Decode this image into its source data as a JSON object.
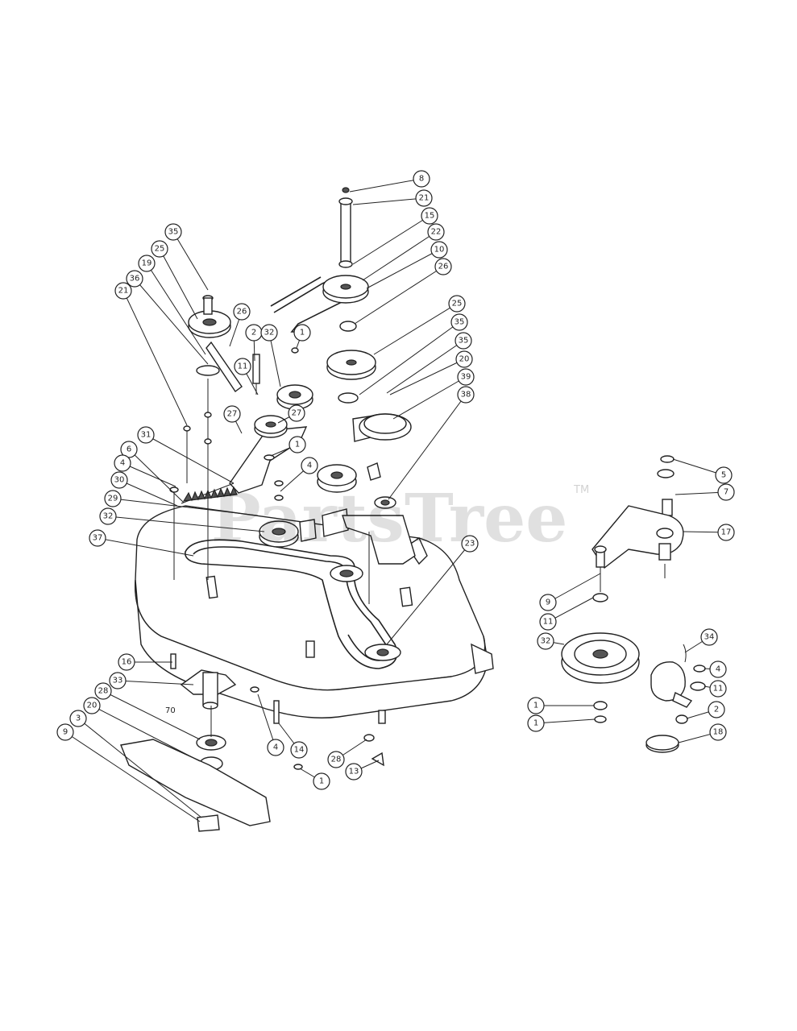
{
  "watermark": {
    "text": "PartsTree",
    "tm": "TM"
  },
  "figure_label": "70",
  "callouts": [
    {
      "id": "c1",
      "label": "8"
    },
    {
      "id": "c2",
      "label": "21"
    },
    {
      "id": "c3",
      "label": "15"
    },
    {
      "id": "c4",
      "label": "22"
    },
    {
      "id": "c5",
      "label": "10"
    },
    {
      "id": "c6",
      "label": "26"
    },
    {
      "id": "c7",
      "label": "25"
    },
    {
      "id": "c8",
      "label": "35"
    },
    {
      "id": "c9",
      "label": "35"
    },
    {
      "id": "c10",
      "label": "20"
    },
    {
      "id": "c11",
      "label": "39"
    },
    {
      "id": "c12",
      "label": "38"
    },
    {
      "id": "c13",
      "label": "35"
    },
    {
      "id": "c14",
      "label": "25"
    },
    {
      "id": "c15",
      "label": "19"
    },
    {
      "id": "c16",
      "label": "36"
    },
    {
      "id": "c17",
      "label": "21"
    },
    {
      "id": "c18",
      "label": "26"
    },
    {
      "id": "c19",
      "label": "2"
    },
    {
      "id": "c20",
      "label": "32"
    },
    {
      "id": "c21",
      "label": "1"
    },
    {
      "id": "c22",
      "label": "11"
    },
    {
      "id": "c23",
      "label": "27"
    },
    {
      "id": "c24",
      "label": "27"
    },
    {
      "id": "c25",
      "label": "1"
    },
    {
      "id": "c26",
      "label": "31"
    },
    {
      "id": "c27",
      "label": "6"
    },
    {
      "id": "c28",
      "label": "4"
    },
    {
      "id": "c29",
      "label": "4"
    },
    {
      "id": "c30",
      "label": "30"
    },
    {
      "id": "c31",
      "label": "29"
    },
    {
      "id": "c32",
      "label": "32"
    },
    {
      "id": "c33",
      "label": "37"
    },
    {
      "id": "c34",
      "label": "23"
    },
    {
      "id": "c35",
      "label": "16"
    },
    {
      "id": "c36",
      "label": "33"
    },
    {
      "id": "c37",
      "label": "28"
    },
    {
      "id": "c38",
      "label": "20"
    },
    {
      "id": "c39",
      "label": "3"
    },
    {
      "id": "c40",
      "label": "9"
    },
    {
      "id": "c41",
      "label": "4"
    },
    {
      "id": "c42",
      "label": "14"
    },
    {
      "id": "c43",
      "label": "28"
    },
    {
      "id": "c44",
      "label": "13"
    },
    {
      "id": "c45",
      "label": "1"
    },
    {
      "id": "c46",
      "label": "5"
    },
    {
      "id": "c47",
      "label": "7"
    },
    {
      "id": "c48",
      "label": "17"
    },
    {
      "id": "c49",
      "label": "9"
    },
    {
      "id": "c50",
      "label": "11"
    },
    {
      "id": "c51",
      "label": "32"
    },
    {
      "id": "c52",
      "label": "34"
    },
    {
      "id": "c53",
      "label": "4"
    },
    {
      "id": "c54",
      "label": "11"
    },
    {
      "id": "c55",
      "label": "1"
    },
    {
      "id": "c56",
      "label": "1"
    },
    {
      "id": "c57",
      "label": "2"
    },
    {
      "id": "c58",
      "label": "18"
    }
  ]
}
